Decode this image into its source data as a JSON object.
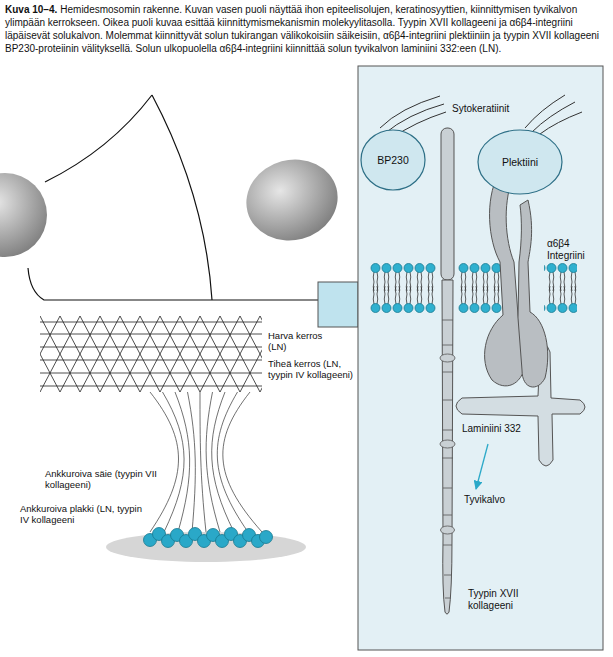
{
  "diagram": {
    "title": "Kuva 10–4.",
    "caption": "Hemidesmosomin rakenne. Kuvan vasen puoli näyttää ihon epiteelisolujen, keratinosyyttien, kiinnittymisen tyvikalvon ylimpään kerrokseen. Oikea puoli kuvaa esittää kiinnittymismekanismin molekyylitasolla. Tyypin XVII kollageeni ja α6β4-integriini läpäisevät solukalvon. Molemmat kiinnittyvät solun tukirangan välikokoisiin säikeisiin, α6β4-integriini plektiiniin ja tyypin XVII kollageeni BP230-proteiinin välityksellä. Solun ulkopuolella α6β4-integriini kiinnittää solun tyvikalvon laminiini 332:een (LN).",
    "nodes": [
      {
        "text": [
          "BP230"
        ]
      },
      {
        "text": [
          "Plektiini"
        ]
      }
    ],
    "labels": [
      "Harva kerros (LN)",
      "Tiheä kerros (LN, tyypin IV kollageeni)",
      "Ankkuroiva säie (tyypin VII kollageeni)",
      "Ankkuroiva plakki (LN, tyypin IV kollageeni",
      "Sytokeratiinit",
      "α6β4 Integriini",
      "Laminiini 332",
      "Tyvikalvo",
      "Tyypin XVII kollageeni"
    ]
  }
}
